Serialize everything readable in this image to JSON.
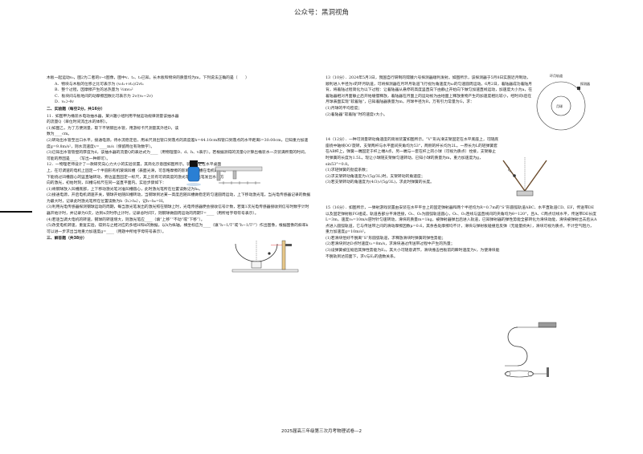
{
  "watermark": "公众号：黑洞视角",
  "left": {
    "intro": "木板一起运动v₀，图2为二者的v−t图像，图中v、t₁、t₂已知，长木板和物块的质量均为m，下列说法正确的是（　　）",
    "options": [
      "A．物块与木板的位移之比可表示为 (v₀t₁+vt₂)/2vt₁",
      "B．整个过程，因摩擦产生的总热量为 ½mv₀²",
      "C．板块间与板地间的动摩擦因数比可表示为 2v/(v₀−2v)",
      "D．v₀＞4v"
    ],
    "section2": "二、实验题（每空2分，共16分）",
    "q11": [
      "11．如图甲为桶装水电动抽水器，某兴趣小组利用平抛运动规律测量该抽水器的流量Q（单位时间流出水的体积）。",
      "(1)如图乙，为了方便测量，取下不锈钢出水管，用游标卡尺测量其外径D，读数为____cm。",
      "(2)转动出水管至出口水平，接通电源，待水流稳定后，用米尺测出管口到落点的高度差h=44.10cm和管口到落点的水平距离l=30.00cm，已知重力加速度g=9.8m/s²，则水流速度v=____m/s（保留两位有效数字）。",
      "(3)已知出水管管壁的厚度为d，该抽水器的流量Q的表达式为____（用物理量D、d、h、v表示）。若根据测得的流量Q计算出桶装水一次装满所需的时间，可能的原因是____（写出一种即可）。"
    ],
    "q12": [
      "12．一物理老师设计了一款研究向心力大小的实验装置，其简化示意图如图所示。装置固定在水平桌面上，在可调速的电机上固定一个半圆形有机玻璃凹槽（表面光滑，可忽略摩擦的影响），凹槽在电机的带动下能绕过凹槽圆心的竖直轴转动，旁边竖直固定一标尺，其上装有可调高度的激光笔，激光笔发出水平方向的激光，初始时刻，凹槽与标尺在同一竖直平面内。实验步骤如下：",
      "(1)将钢球放入凹槽底部，上下移动激光笔对准凹槽圆心，此时激光笔所在位置读数记为h₀。",
      "(2)接通电源，开启电机调速开关，钢球开始随凹槽转动，当钢球到达某一高度后随凹槽做稳定的匀速圆周运动，上下移动激光笔，当光电传感器记录的数据为最大时，记录此时激光笔所在位置读数为h（h＞h₀），记h−h₀=H。",
      "(3)利用光电传感器探测钢球运动的周期，每当激光笔发出的激光照在钢球上时，光电传感器便会接收信号计数，若第1次光电传感器接收到信号时数字计时器开始计时，并记录为0次，达到n次时停止计时，记录总时间T，则钢球做圆周运动的周期T=____（用所给字母符号表示）。",
      "(4)若逐当调大电机的转速，钢球的转速增大，则激光笔应____（填“上移”“不动”或“下移”）。",
      "(5)改变电机转速，重复实验，得到与之相对应的多组H和k的数据，以h为纵轴，横坐标应为____（填“h−1/T”或“h−1/T²”）作出图像，根据图像的斜率k可以进一步求出当地重力加速度g=____（用题中所给字母符号表示）。"
    ],
    "section3": "三、解答题（共38分）"
  },
  "right": {
    "q13": [
      "13（10分）．2024年5月3日，我国自行研制的嫦娥六号探测器顺利发射。如图所示，该探测器于5月8日实施近月制动，顺利进入半径为r的环月轨道，可将探测器在月环月轨道飞行视为角速度为ω的匀速圆周运动。6月2日，着陆器成功着陆月背，将着陆过程简化为以下过程：让着陆器从悬停的高度竖直向下由静止开始向下做匀加速直线运动，加速度大小为a，在着陆器相对月面静止后开始缓慢释放，着陆器在月面上的运动视为由地面上释放重物产生的加速度相比较小，经时间t后在月球表面实现“软着陆”，已知着陆器质量为m，月球半径为R，万有引力常量为G，求：",
      "(1)月球的平均密度；",
      "(2)着陆器“软着陆”时的速度v大小。"
    ],
    "q13fig": {
      "title": "环月轨道",
      "moon": "月球",
      "probe": "探测器"
    },
    "q14": [
      "14（12分）．一种可测量转动角速度的简易装置如图所示。“V”形光滑支架固定在水平底座上，可随底座绕中轴线OO′旋转，支架两杆与水平面间夹角均为53°，两侧的杆长均为2L，一原长为L的轻弹簧套在AB杆上，弹簧一端固定于杆上端A点，另一端与一套在杆上的小球（可视为质点）拴接，支架静止时弹簧的长度为1.5L，现让小球随支架做匀速转动，已知小球的质量为m，重力加速度为g，sin53°=0.8。",
      "(1)求轻弹簧的劲度系数；",
      "(2)求支架转动角速度为√(5g/3L)时，支架转动的角速度；",
      "(3)若支架转动的角速度为(4/3)√(5g/3L)，求此时弹簧的长度。"
    ],
    "q15": [
      "15（16分）．如图所示，一弹射游戏装置由安装在水平平台上的固定弹射器和两个半径均为R=0.7m的“S”形圆弧轨道ABC、水平直轨道CD、EF，传送带DE以及固定弹射板FG组成，轨道各部分平滑连接，O₁、O₂为圆弧轨道圆心，O₁、O₂连线与竖直线间的夹角均为θ=120°，且A、C两点切线水平，传送带DE长度L=3m，速度v₀=10m/s逆时针匀速转动，滑块的质量m=1kg，被弹射器弹出后进入轨道，已知弹射器的弹性势能全部转化为滑块动能，滑块被弹射出去后从A点进入圆弧轨道，它与传送带之间的滑动摩擦因数μ=0.6，其余各处摩擦均不计，滑块与弹射板碰撞后反弹（无能量损失），滑块可视为质点，不计空气阻力，重力加速度g=10m/s²。",
      "(1)若滑块恰好不脱离“S”形圆弧轨道，求释放滑块时弹簧的弹性势能；",
      "(2)若滑块到达D点时速度v₁=8m/s，求滑块通过传送带过程中产生的热量；",
      "(3)设弹簧被压缩后其弹性势能为Eₚ，其大小可随意调节，滑块撞击挡板前的瞬时速度为v，为使滑块能不脱轨到达前面下，求v与Eₚ的函数关系。"
    ]
  },
  "footer": "2025届高三年级第三次月考物理试卷—2"
}
